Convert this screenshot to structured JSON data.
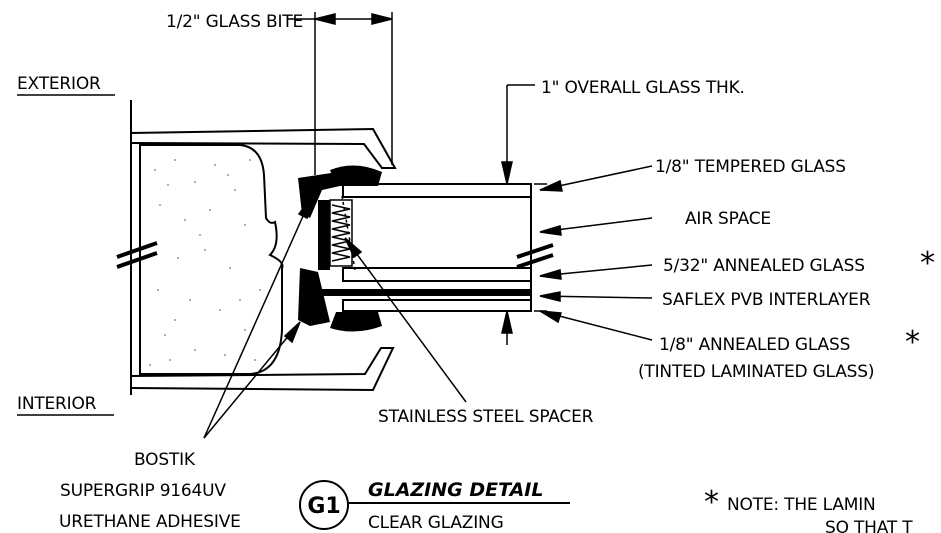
{
  "labels": {
    "glass_bite": "1/2\" GLASS BITE",
    "exterior": "EXTERIOR",
    "interior": "INTERIOR",
    "overall_thk": "1\" OVERALL GLASS THK.",
    "tempered": "1/8\" TEMPERED GLASS",
    "air_space": "AIR SPACE",
    "annealed_532": "5/32\" ANNEALED GLASS",
    "pvb": "SAFLEX PVB INTERLAYER",
    "annealed_18": "1/8\" ANNEALED GLASS",
    "tinted": "(TINTED LAMINATED GLASS)",
    "spacer": "STAINLESS STEEL SPACER",
    "bostik_1": "BOSTIK",
    "bostik_2": "SUPERGRIP 9164UV",
    "bostik_3": "URETHANE ADHESIVE",
    "asterisk": "*",
    "note": "NOTE:  THE LAMIN",
    "note_2": "SO THAT T"
  },
  "title_block": {
    "badge": "G1",
    "title": "GLAZING DETAIL",
    "subtitle": "CLEAR GLAZING"
  }
}
